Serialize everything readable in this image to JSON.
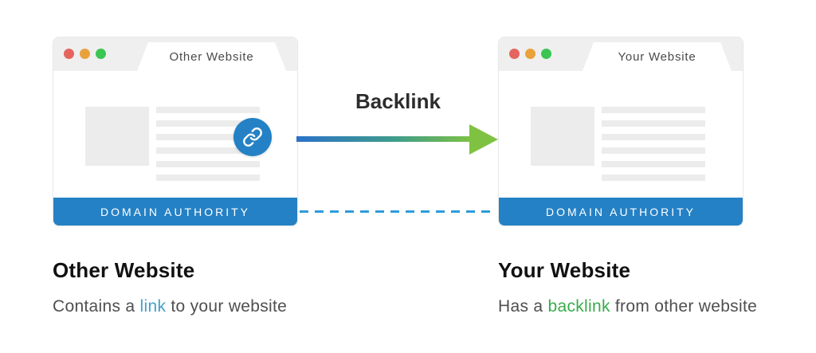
{
  "diagram_title": "Backlink",
  "windows": {
    "left": {
      "tab_title": "Other Website",
      "footer_label": "DOMAIN AUTHORITY"
    },
    "right": {
      "tab_title": "Your Website",
      "footer_label": "DOMAIN AUTHORITY"
    }
  },
  "arrow": {
    "label": "Backlink"
  },
  "captions": {
    "left": {
      "title": "Other Website",
      "body_prefix": "Contains a ",
      "highlight": "link",
      "body_suffix": " to your website"
    },
    "right": {
      "title": "Your Website",
      "body_prefix": "Has a ",
      "highlight": "backlink",
      "body_suffix": " from other website"
    }
  },
  "icons": {
    "link": "link-icon",
    "window_dots": [
      "dot-red-icon",
      "dot-orange-icon",
      "dot-green-icon"
    ],
    "arrow": "backlink-arrow-icon",
    "connector": "domain-authority-dashed-connector"
  },
  "colors": {
    "accent_blue": "#2581C5",
    "dashed_blue": "#2D9CDB",
    "arrow_blue": "#2B72C8",
    "arrow_green": "#7FC241",
    "link_text_blue": "#44A0C8",
    "backlink_text_green": "#38AC4C",
    "dot_red": "#E5655E",
    "dot_orange": "#E9A23B",
    "dot_green": "#3BC553",
    "header_gray": "#EFEFEF",
    "placeholder_gray": "#ECECEC"
  }
}
